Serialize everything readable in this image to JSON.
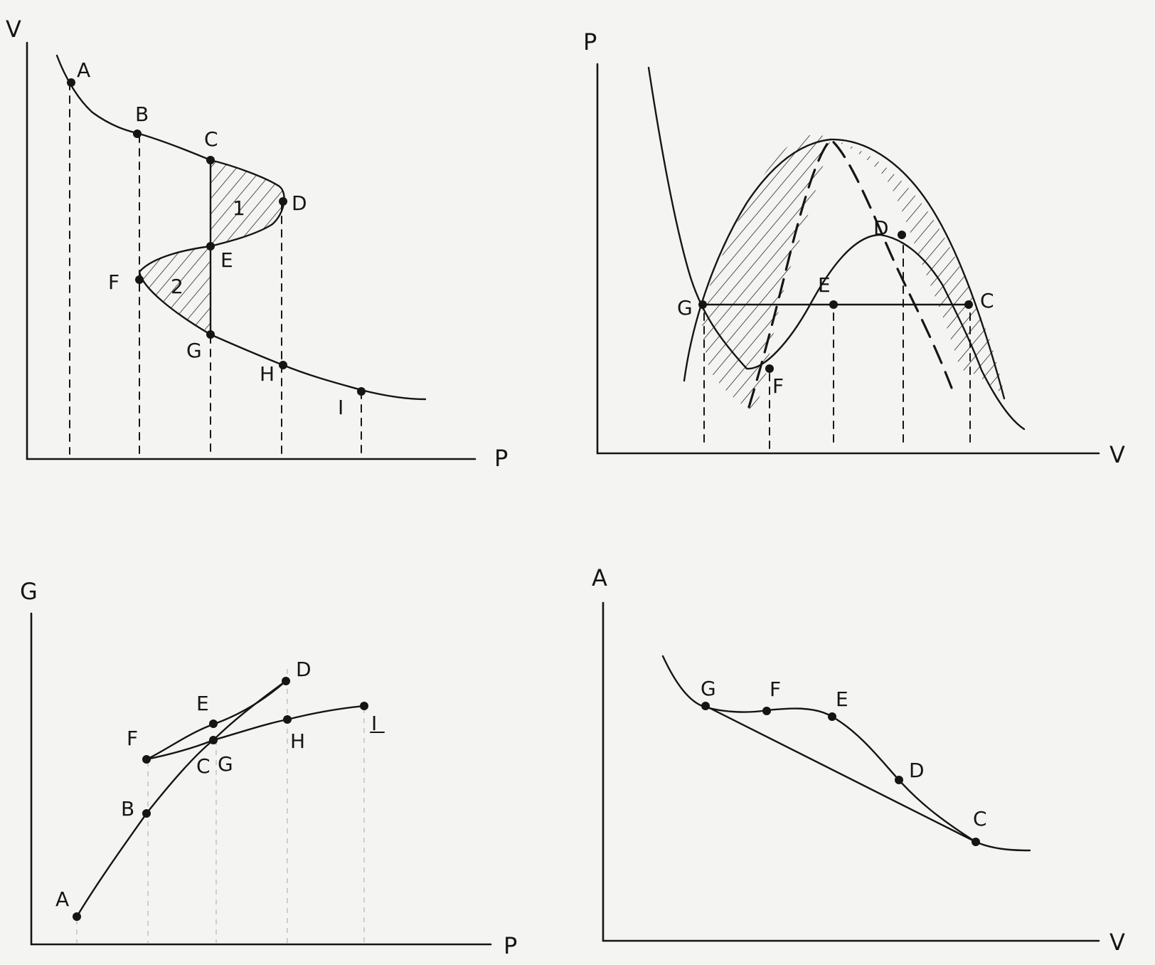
{
  "panels": {
    "vp": {
      "axis_y": "V",
      "axis_x": "P",
      "points": {
        "A": "A",
        "B": "B",
        "C": "C",
        "D": "D",
        "E": "E",
        "F": "F",
        "G": "G",
        "H": "H",
        "I": "I"
      },
      "areas": {
        "one": "1",
        "two": "2"
      }
    },
    "pv": {
      "axis_y": "P",
      "axis_x": "V",
      "points": {
        "C": "C",
        "D": "D",
        "E": "E",
        "F": "F",
        "G": "G"
      }
    },
    "gp": {
      "axis_y": "G",
      "axis_x": "P",
      "points": {
        "A": "A",
        "B": "B",
        "C": "C",
        "D": "D",
        "E": "E",
        "F": "F",
        "G": "G",
        "H": "H",
        "I": "I"
      }
    },
    "av": {
      "axis_y": "A",
      "axis_x": "V",
      "points": {
        "C": "C",
        "D": "D",
        "E": "E",
        "F": "F",
        "G": "G"
      }
    }
  },
  "colors": {
    "ink": "#151515",
    "paper": "#f4f4f2",
    "faint": "#c4c4c4"
  }
}
